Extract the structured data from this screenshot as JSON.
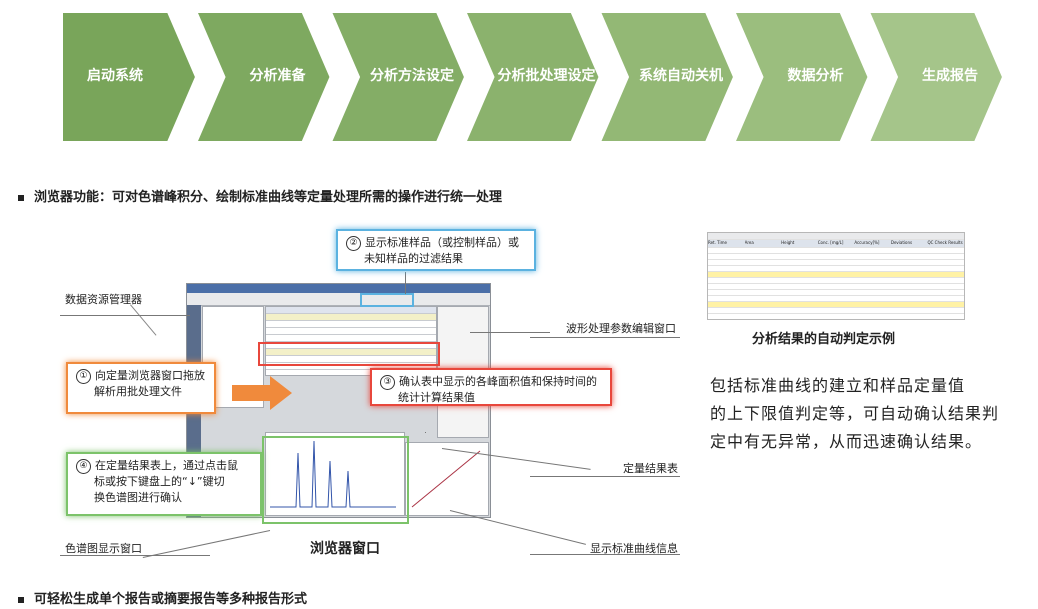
{
  "workflow": {
    "steps": [
      "启动系统",
      "分析准备",
      "分析方法设定",
      "分析批处理设定",
      "系统自动关机",
      "数据分析",
      "生成报告"
    ],
    "colors": [
      "#79a55a",
      "#7ea960",
      "#84ad66",
      "#8bb26d",
      "#93b875",
      "#9bbe7e",
      "#a5c58a"
    ]
  },
  "section1": {
    "title": "浏览器功能：可对色谱峰积分、绘制标准曲线等定量处理所需的操作进行统一处理"
  },
  "diagram": {
    "labels": {
      "data_manager": "数据资源管理器",
      "waveform_window": "波形处理参数编辑窗口",
      "quant_table": "定量结果表",
      "chromatogram_window": "色谱图显示窗口",
      "browser_window": "浏览器窗口",
      "calibration_info": "显示标准曲线信息"
    },
    "callouts": {
      "c1_num": "①",
      "c1_line1": "向定量浏览器窗口拖放",
      "c1_line2": "解析用批处理文件",
      "c2_num": "②",
      "c2_line1": "显示标准样品（或控制样品）或",
      "c2_line2": "未知样品的过滤结果",
      "c3_num": "③",
      "c3_line1": "确认表中显示的各峰面积值和保持时间的",
      "c3_line2": "统计计算结果值",
      "c4_num": "④",
      "c4_line1": "在定量结果表上，通过点击鼠",
      "c4_line2": "标或按下键盘上的“↓”键切",
      "c4_line3": "换色谱图进行确认"
    },
    "colors": {
      "c1": "#f08a3c",
      "c2": "#5bb2e0",
      "c3": "#e8473c",
      "c4": "#7cc36a",
      "arrow": "#f08a3c"
    }
  },
  "result": {
    "caption": "分析结果的自动判定示例",
    "headers": [
      "Ret. Time",
      "Area",
      "Height",
      "Conc. [mg/L]",
      "Accuracy[%]",
      "Deviations",
      "QC Check Results"
    ],
    "highlight_color": "#fff2a6"
  },
  "description": {
    "line1": "包括标准曲线的建立和样品定量值",
    "line2": "的上下限值判定等，可自动确认结果判",
    "line3": "定中有无异常，从而迅速确认结果。"
  },
  "section2": {
    "title": "可轻松生成单个报告或摘要报告等多种报告形式"
  }
}
